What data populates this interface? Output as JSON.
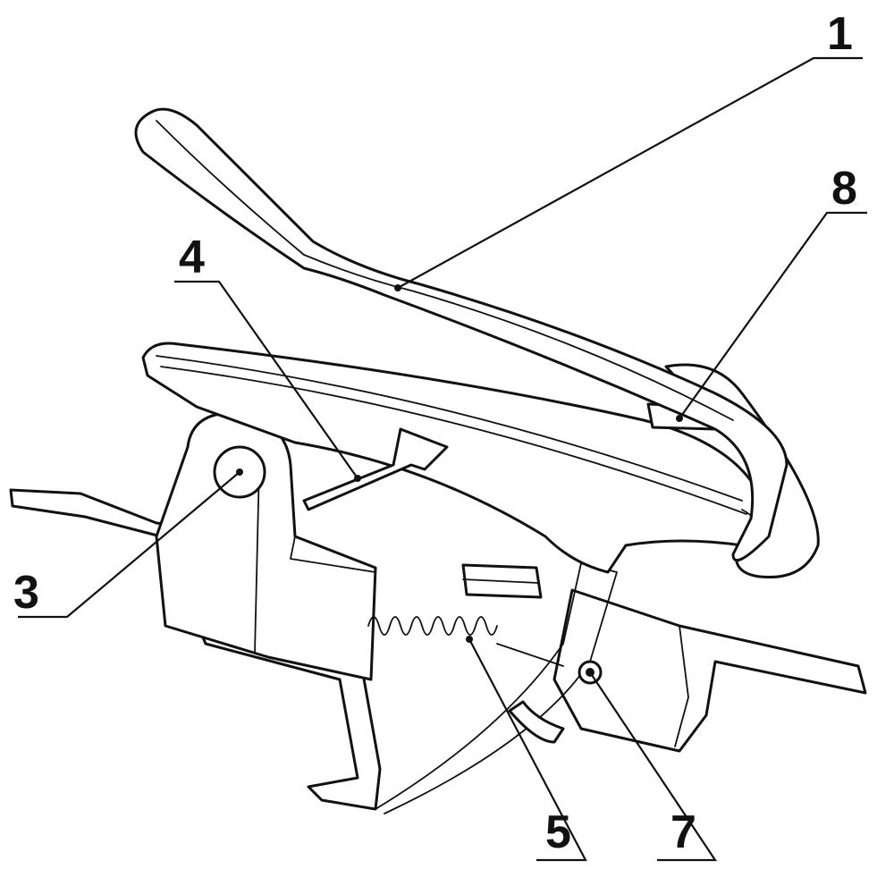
{
  "figure": {
    "callouts": [
      {
        "id": "1",
        "text": "1"
      },
      {
        "id": "8",
        "text": "8"
      },
      {
        "id": "4",
        "text": "4"
      },
      {
        "id": "3",
        "text": "3"
      },
      {
        "id": "5",
        "text": "5"
      },
      {
        "id": "7",
        "text": "7"
      }
    ]
  }
}
